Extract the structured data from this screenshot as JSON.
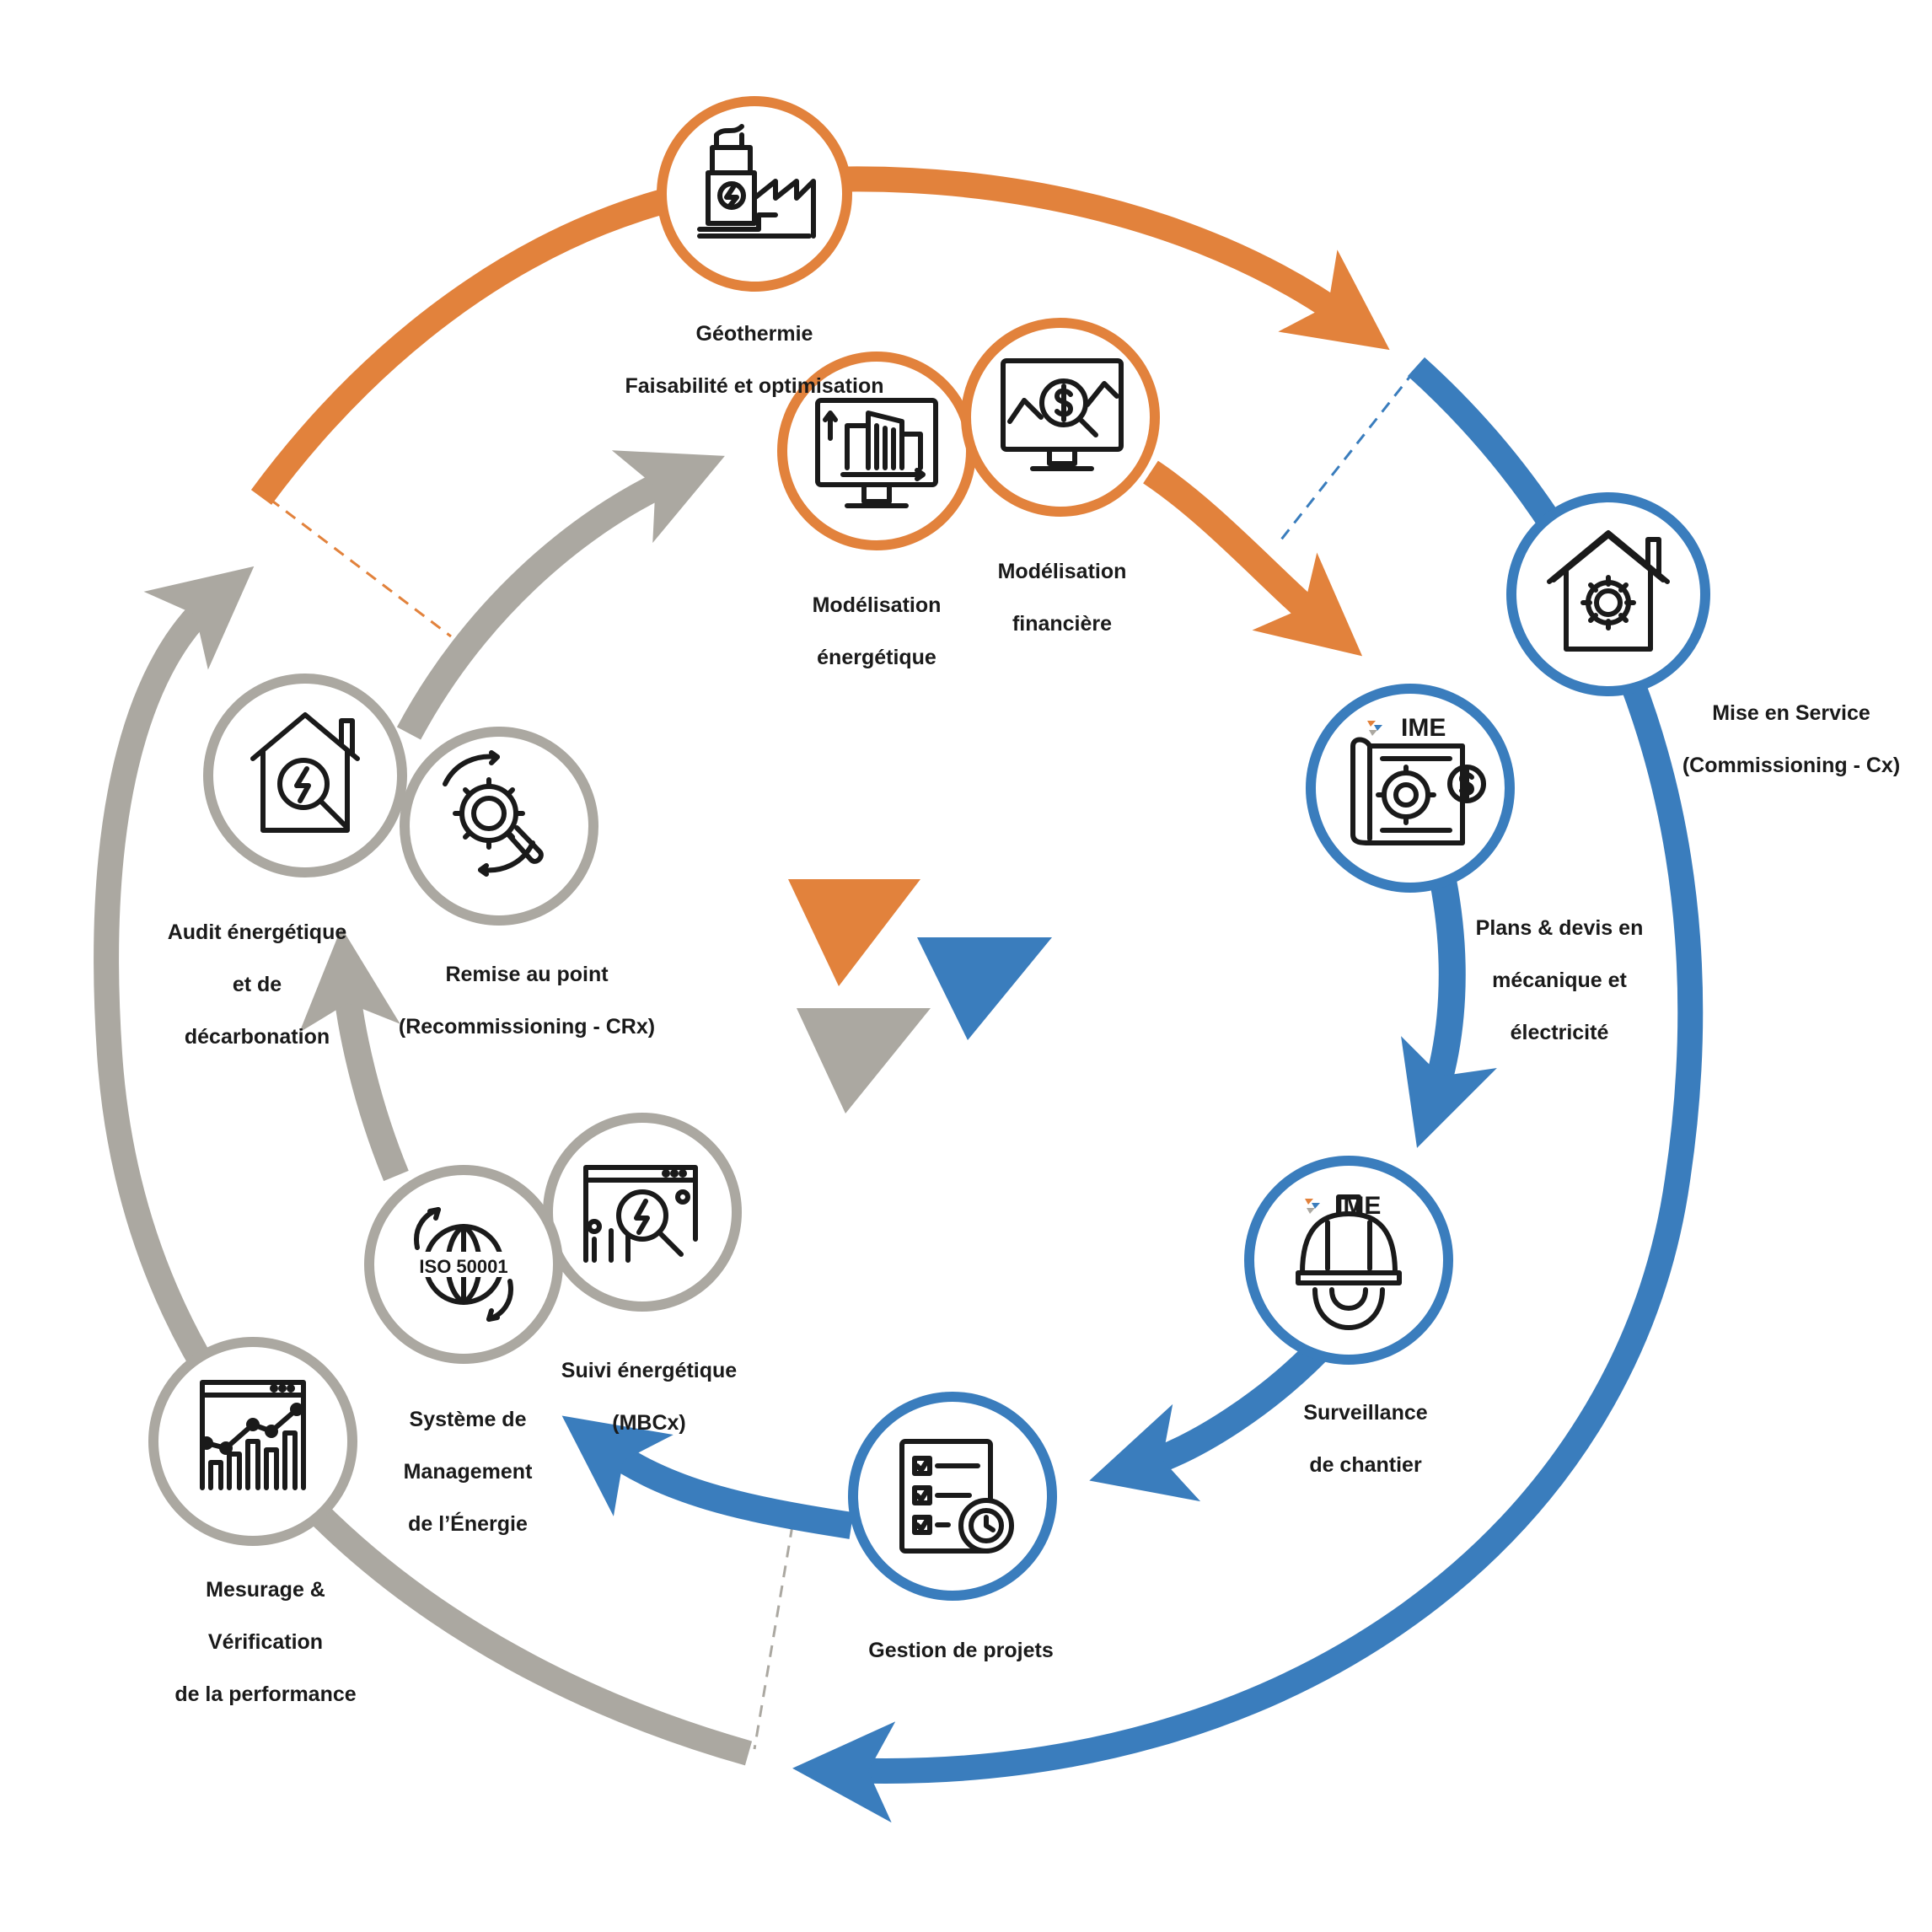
{
  "colors": {
    "orange": "#E2823C",
    "blue": "#3A7DBD",
    "gray": "#ABA8A1",
    "icon": "#1a1a1a"
  },
  "brand_badge": "IME",
  "iso_badge": "ISO 50001",
  "nodes": {
    "geothermie": {
      "line1": "Géothermie",
      "line2": "Faisabilité et optimisation",
      "icon": "geothermal-plant-icon"
    },
    "modelisation_energetique": {
      "line1": "Modélisation",
      "line2": "énergétique",
      "icon": "building-model-monitor-icon"
    },
    "modelisation_financiere": {
      "line1": "Modélisation",
      "line2": "financière",
      "icon": "financial-monitor-icon"
    },
    "mise_en_service": {
      "line1": "Mise en Service",
      "line2": "(Commissioning - Cx)",
      "icon": "house-gear-icon"
    },
    "plans_devis": {
      "line1": "Plans & devis en",
      "line2": "mécanique et",
      "line3": "électricité",
      "icon": "blueprint-gear-dollar-icon"
    },
    "surveillance": {
      "line1": "Surveillance",
      "line2": "de chantier",
      "icon": "hard-hat-gear-icon"
    },
    "gestion": {
      "line1": "Gestion de projets",
      "icon": "checklist-clock-gear-icon"
    },
    "suivi": {
      "line1": "Suivi énergétique",
      "line2": "(MBCx)",
      "icon": "monitoring-dashboard-icon"
    },
    "systeme": {
      "line1": "Système de",
      "line2": "Management",
      "line3": "de l’Énergie",
      "icon": "iso-globe-icon"
    },
    "mesurage": {
      "line1": "Mesurage &",
      "line2": "Vérification",
      "line3": "de la performance",
      "icon": "performance-chart-icon"
    },
    "audit": {
      "line1": "Audit énergétique",
      "line2": "et de",
      "line3": "décarbonation",
      "icon": "house-energy-audit-icon"
    },
    "remise": {
      "line1": "Remise au point",
      "line2": "(Recommissioning - CRx)",
      "icon": "gear-wrench-search-icon"
    }
  }
}
